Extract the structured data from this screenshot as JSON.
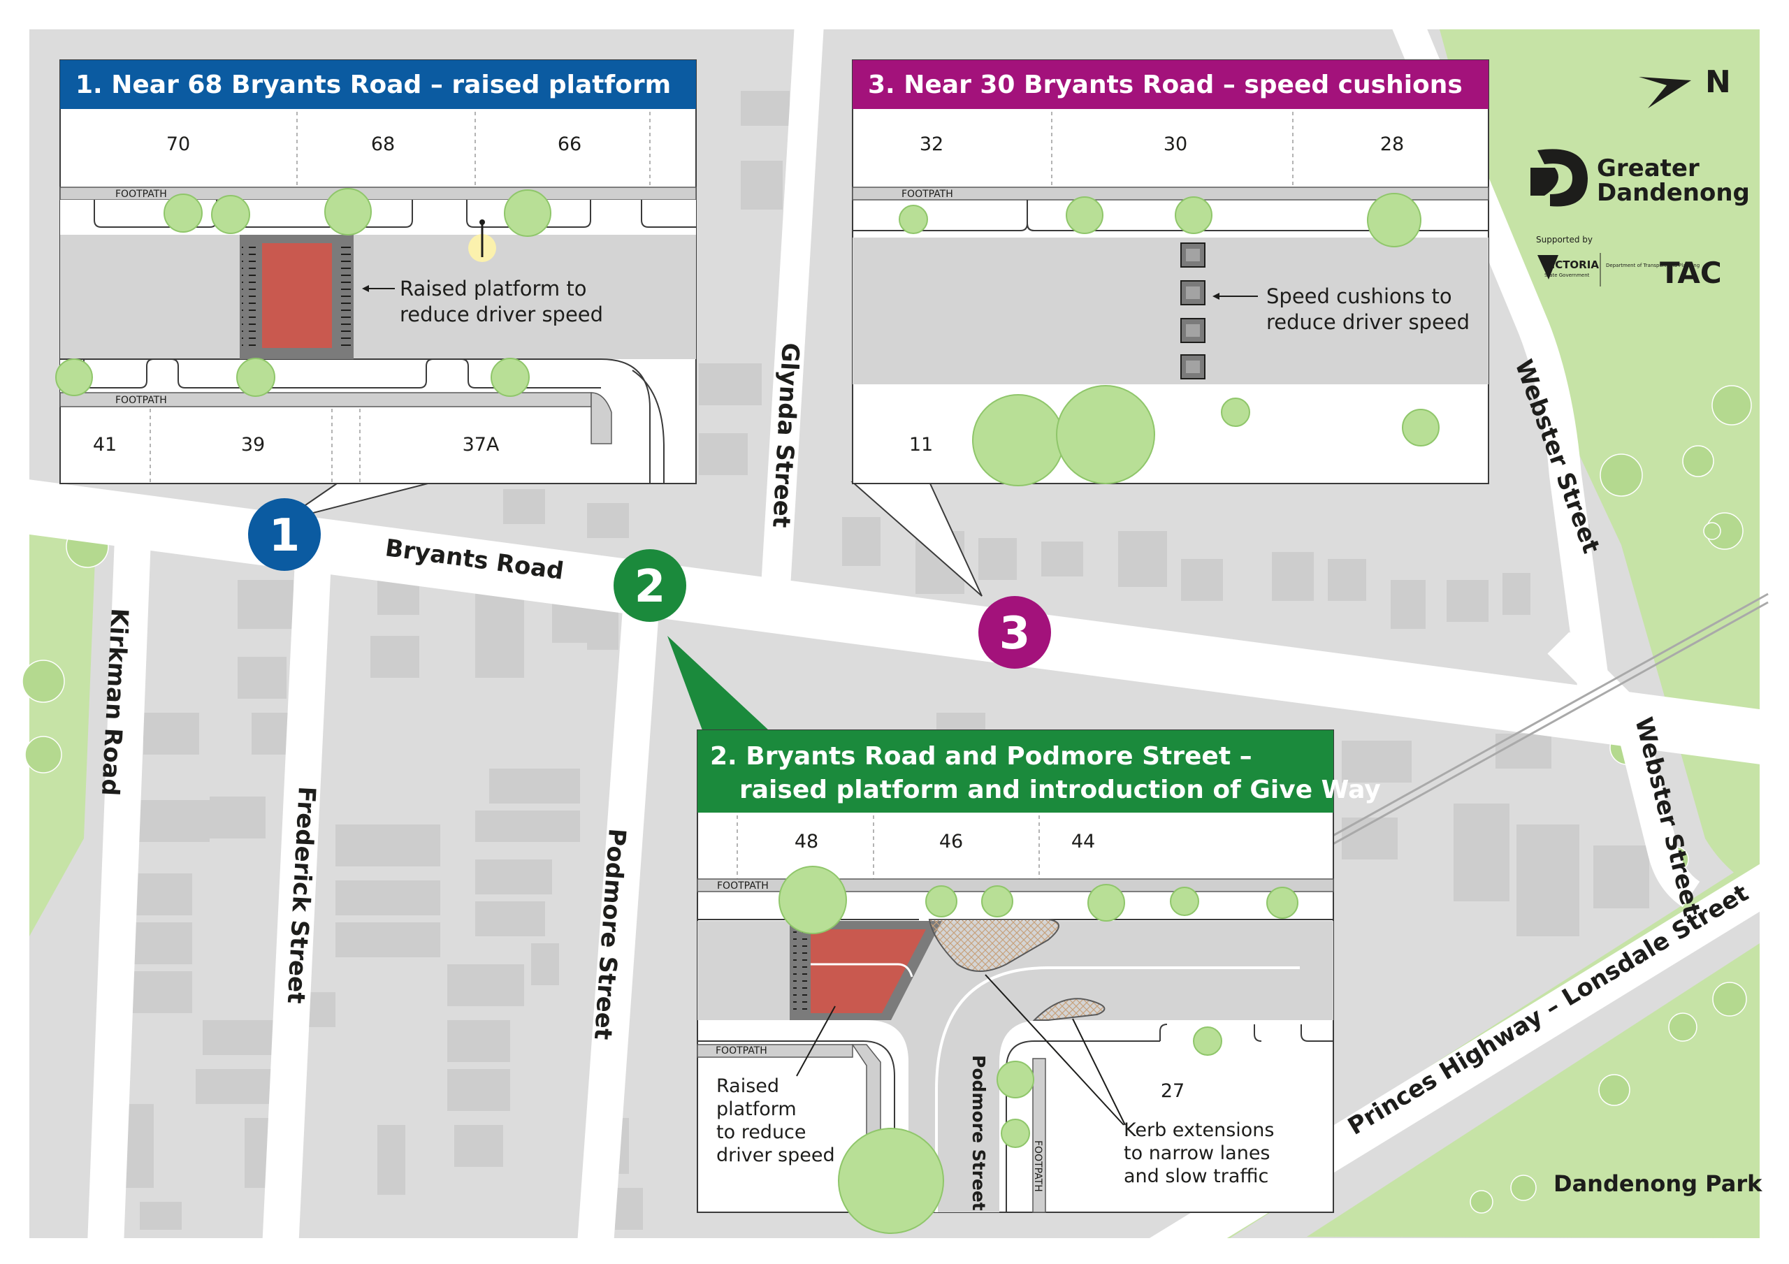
{
  "map": {
    "streets": {
      "bryants_road": "Bryants Road",
      "kirkman_road": "Kirkman Road",
      "frederick_street": "Frederick Street",
      "podmore_street": "Podmore Street",
      "glynda_street": "Glynda Street",
      "webster_street_north": "Webster Street",
      "webster_street_south": "Webster Street",
      "princes_highway": "Princes Highway – Lonsdale Street"
    },
    "park": "Dandenong Park",
    "north": "N",
    "markers": [
      {
        "label": "1",
        "color": "#0b5ba1"
      },
      {
        "label": "2",
        "color": "#1b8a3c"
      },
      {
        "label": "3",
        "color": "#a3127b"
      }
    ],
    "colors": {
      "blue": "#0b5ba1",
      "green": "#1b8a3c",
      "magenta": "#a3127b",
      "park": "#c6e3a6",
      "road": "#ffffff",
      "block": "#dcdcdc",
      "platform": "#c9594f",
      "kerb": "#e8c9a8"
    }
  },
  "logos": {
    "greater_line1": "Greater",
    "greater_line2": "Dandenong",
    "supported_by": "Supported by",
    "victoria": "VICTORIA",
    "victoria_sub": "State Government",
    "dtp": "Department of Transport and Planning",
    "tac": "TAC"
  },
  "panel1": {
    "title": "1. Near 68 Bryants Road – raised platform",
    "top_houses": [
      "70",
      "68",
      "66"
    ],
    "bottom_houses": [
      "41",
      "39",
      "37A"
    ],
    "footpath_top": "FOOTPATH",
    "footpath_bottom": "FOOTPATH",
    "note_line1": "Raised platform to",
    "note_line2": "reduce driver speed"
  },
  "panel2": {
    "title_line1": "2. Bryants Road and Podmore Street –",
    "title_line2": "raised platform and introduction of Give Way",
    "top_houses": [
      "48",
      "46",
      "44"
    ],
    "house_27": "27",
    "footpath_top": "FOOTPATH",
    "footpath_left": "FOOTPATH",
    "footpath_right": "FOOTPATH",
    "podmore": "Podmore Street",
    "note_left": [
      "Raised",
      "platform",
      "to reduce",
      "driver speed"
    ],
    "note_right": [
      "Kerb extensions",
      "to narrow lanes",
      "and slow traffic"
    ]
  },
  "panel3": {
    "title": "3. Near 30 Bryants Road – speed cushions",
    "top_houses": [
      "32",
      "30",
      "28"
    ],
    "bottom_house": "11",
    "footpath": "FOOTPATH",
    "note_line1": "Speed cushions to",
    "note_line2": "reduce driver speed"
  }
}
